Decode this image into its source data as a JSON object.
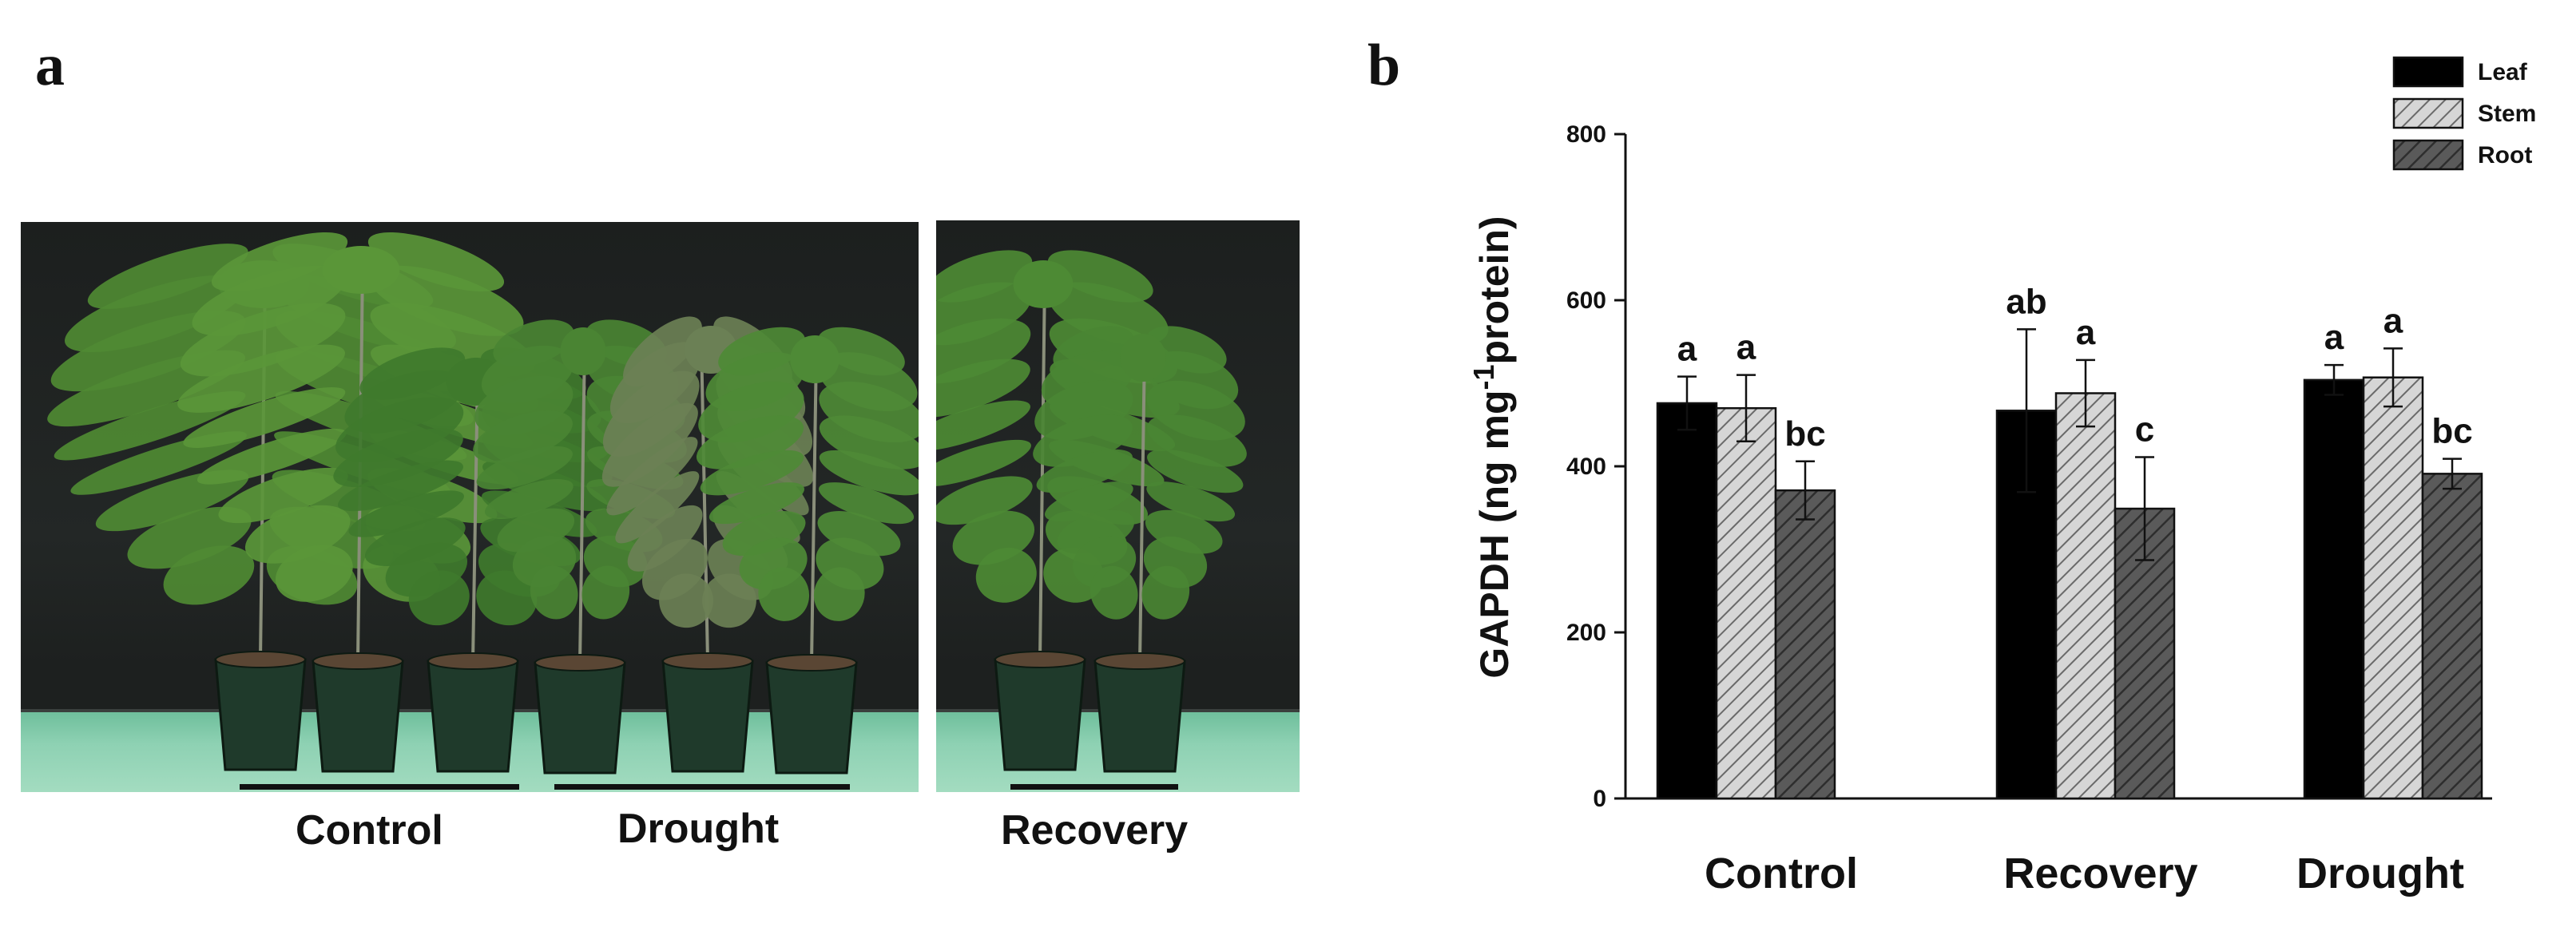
{
  "panel_a": {
    "letter": "a",
    "group_labels": [
      "Control",
      "Drought",
      "Recovery"
    ]
  },
  "panel_b": {
    "letter": "b"
  },
  "chart_data": {
    "type": "bar",
    "title": "",
    "xlabel": "",
    "ylabel": "GAPDH (ng mg-1protein)",
    "ylabel_parts": {
      "pre": "GAPDH (ng mg",
      "sup": "-1",
      "post": "protein)"
    },
    "ylim": [
      0,
      800
    ],
    "yticks": [
      0,
      200,
      400,
      600,
      800
    ],
    "categories": [
      "Control",
      "Recovery",
      "Drought"
    ],
    "legend_position": "top-right",
    "grid": false,
    "series": [
      {
        "name": "Leaf",
        "fill": "solid",
        "color": "#000000",
        "values": [
          476,
          467,
          504
        ],
        "errors": [
          32,
          98,
          18
        ],
        "letters": [
          "a",
          "ab",
          "a"
        ]
      },
      {
        "name": "Stem",
        "fill": "light-hatch",
        "color": "#d4d4d4",
        "values": [
          470,
          488,
          507
        ],
        "errors": [
          40,
          40,
          35
        ],
        "letters": [
          "a",
          "a",
          "a"
        ]
      },
      {
        "name": "Root",
        "fill": "dark-hatch",
        "color": "#555555",
        "values": [
          371,
          349,
          391
        ],
        "errors": [
          35,
          62,
          18
        ],
        "letters": [
          "bc",
          "c",
          "bc"
        ]
      }
    ]
  }
}
